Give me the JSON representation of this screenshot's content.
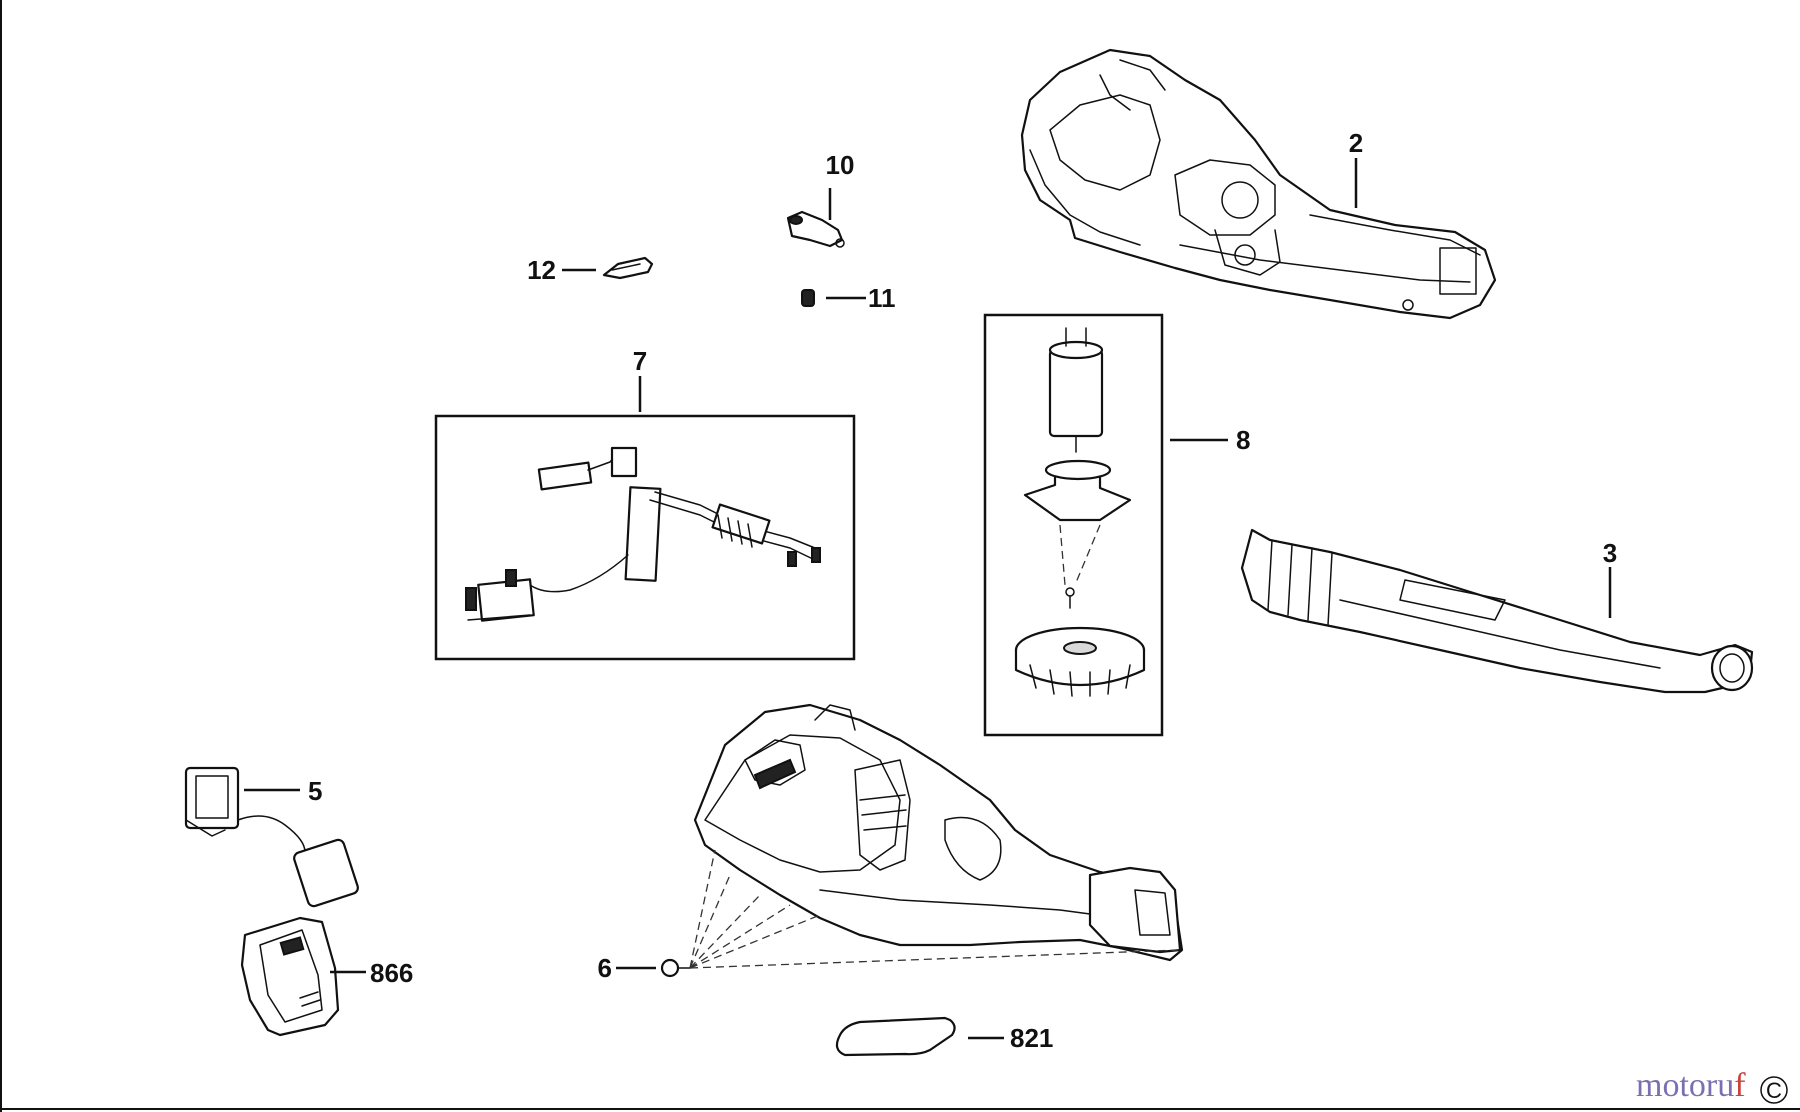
{
  "diagram": {
    "labels": {
      "p2": "2",
      "p3": "3",
      "p5": "5",
      "p6": "6",
      "p7": "7",
      "p8": "8",
      "p10": "10",
      "p11": "11",
      "p12": "12",
      "p821": "821",
      "p866": "866"
    }
  },
  "watermark": {
    "brand_a": "motoru",
    "brand_b": "f",
    "mark": "C"
  },
  "colors": {
    "line": "#111111",
    "watermark_purple": "#7b6fb2",
    "watermark_red": "#c9433e"
  }
}
